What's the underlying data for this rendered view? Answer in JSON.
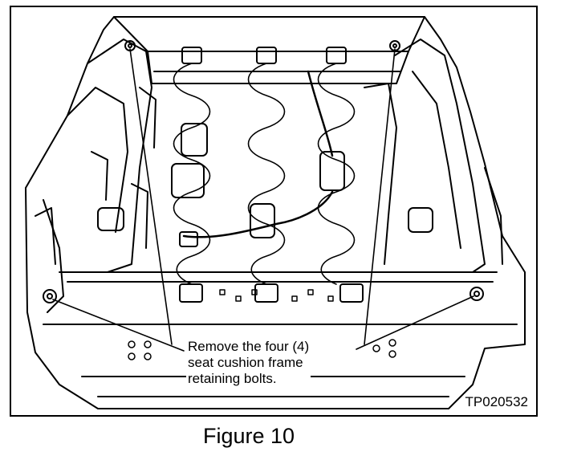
{
  "figure": {
    "callout_lines": [
      "Remove the four (4)",
      "seat cushion frame",
      "retaining bolts."
    ],
    "reference_code": "TP020532",
    "caption": "Figure 10"
  },
  "colors": {
    "line": "#000000",
    "background": "#ffffff"
  }
}
